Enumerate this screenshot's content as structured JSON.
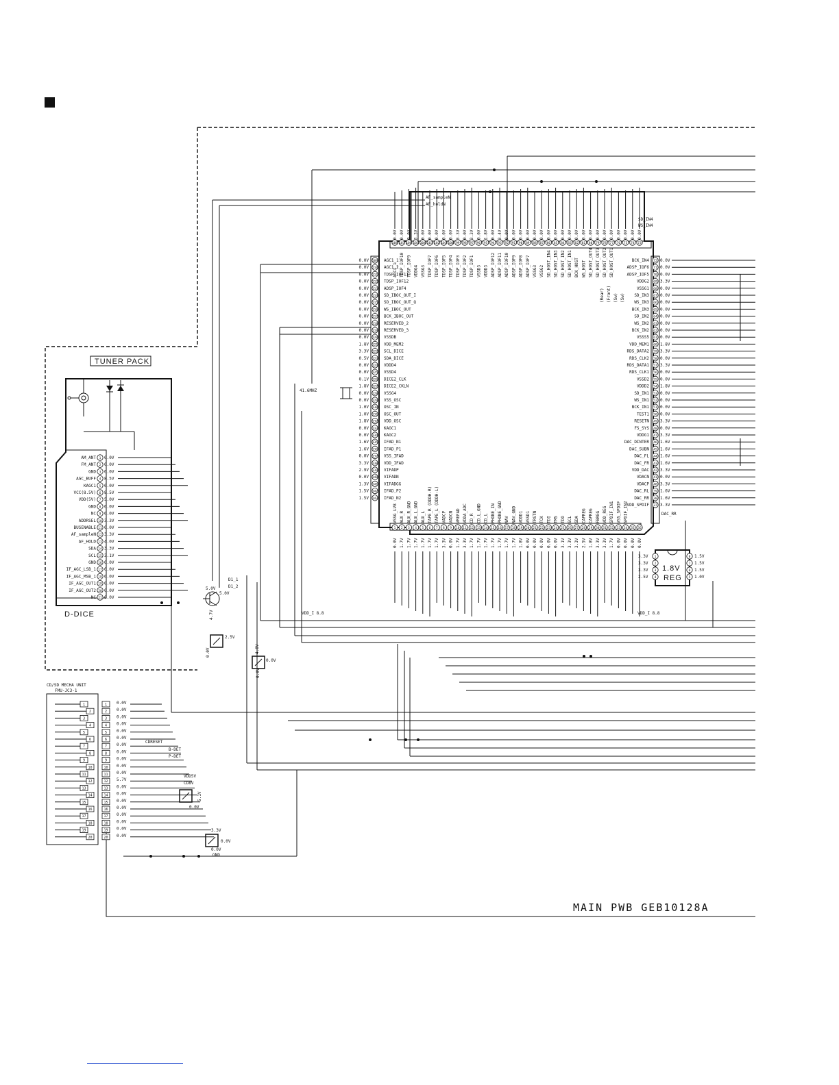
{
  "block_mark": "",
  "titles": {
    "tuner_pack": "TUNER PACK",
    "d_dice": "D-DICE",
    "mecha_unit_line1": "CD/SD MECHA UNIT",
    "mecha_unit_line2": "FMU-JC3-1",
    "main_pwb": "MAIN PWB GEB10128A",
    "reg_line1": "1.8V",
    "reg_line2": "REG",
    "crystal": "41.6MHZ",
    "vdd_i_left": "VDD_I 8.8",
    "vdd_i_right": "VDD_I 8.8"
  },
  "tuner_pins": [
    {
      "num": "1",
      "name": "AM_ANT",
      "v": "0.0V"
    },
    {
      "num": "2",
      "name": "FM_ANT",
      "v": "0.0V"
    },
    {
      "num": "3",
      "name": "GND",
      "v": "0.0V"
    },
    {
      "num": "4",
      "name": "AGC_BUFF",
      "v": "8.5V"
    },
    {
      "num": "5",
      "name": "KAGC1",
      "v": "0.0V"
    },
    {
      "num": "6",
      "name": "VCC(8.5V)",
      "v": "8.5V"
    },
    {
      "num": "7",
      "name": "VDD(5V)",
      "v": "5.0V"
    },
    {
      "num": "8",
      "name": "GND",
      "v": "0.0V"
    },
    {
      "num": "9",
      "name": "NC",
      "v": "0.0V"
    },
    {
      "num": "10",
      "name": "ADDRSEL",
      "v": "3.3V"
    },
    {
      "num": "11",
      "name": "BUSENABLE",
      "v": "0.0V"
    },
    {
      "num": "12",
      "name": "AF_sampleN",
      "v": "3.3V"
    },
    {
      "num": "13",
      "name": "AF_HOLD",
      "v": "4.0V"
    },
    {
      "num": "14",
      "name": "SDA",
      "v": "3.3V"
    },
    {
      "num": "15",
      "name": "SCL",
      "v": "3.1V"
    },
    {
      "num": "16",
      "name": "GND",
      "v": "0.0V"
    },
    {
      "num": "17",
      "name": "IF_AGC_LSB_1",
      "v": "0.0V"
    },
    {
      "num": "18",
      "name": "IF_AGC_MSB_1",
      "v": "0.0V"
    },
    {
      "num": "19",
      "name": "IF_AGC_OUT1",
      "v": "0.0V"
    },
    {
      "num": "20",
      "name": "IF_AGC_OUT2",
      "v": "0.0V"
    },
    {
      "num": "21",
      "name": "NC",
      "v": "0.0V"
    }
  ],
  "ic_left_pins": [
    {
      "num": "109",
      "name": "AGC1_1",
      "v": "0.0V"
    },
    {
      "num": "110",
      "name": "AGC1_2",
      "v": "0.0V"
    },
    {
      "num": "111",
      "name": "TDSP_IOF11",
      "v": "0.0V"
    },
    {
      "num": "112",
      "name": "TDSP_IOF12",
      "v": "0.0V"
    },
    {
      "num": "113",
      "name": "ADSP_IOF4",
      "v": "0.0V"
    },
    {
      "num": "114",
      "name": "SD_IBOC_OUT_I",
      "v": "0.0V"
    },
    {
      "num": "115",
      "name": "SD_IBOC_OUT_Q",
      "v": "0.0V"
    },
    {
      "num": "116",
      "name": "WS_IBOC_OUT",
      "v": "0.0V"
    },
    {
      "num": "117",
      "name": "BCK_IBOC_OUT",
      "v": "0.0V"
    },
    {
      "num": "118",
      "name": "RESERVED_2",
      "v": "0.0V"
    },
    {
      "num": "119",
      "name": "RESERVED_3",
      "v": "0.0V"
    },
    {
      "num": "120",
      "name": "VSSDB",
      "v": "0.0V"
    },
    {
      "num": "121",
      "name": "VDD_MEM2",
      "v": "1.8V"
    },
    {
      "num": "122",
      "name": "SCL_DICE",
      "v": "3.3V"
    },
    {
      "num": "123",
      "name": "SDA_DICE",
      "v": "0.5V"
    },
    {
      "num": "124",
      "name": "VDDD4",
      "v": "0.0V"
    },
    {
      "num": "125",
      "name": "VSSD4",
      "v": "0.0V"
    },
    {
      "num": "126",
      "name": "DICE2_CLK",
      "v": "0.1V"
    },
    {
      "num": "127",
      "name": "DICE2_CKLN",
      "v": "1.8V"
    },
    {
      "num": "128",
      "name": "VSSG4",
      "v": "0.0V"
    },
    {
      "num": "129",
      "name": "VSS_OSC",
      "v": "0.0V"
    },
    {
      "num": "130",
      "name": "OSC_IN",
      "v": "1.0V"
    },
    {
      "num": "131",
      "name": "OSC_OUT",
      "v": "1.0V"
    },
    {
      "num": "132",
      "name": "VDD_OSC",
      "v": "1.8V"
    },
    {
      "num": "133",
      "name": "KAGC1",
      "v": "0.0V"
    },
    {
      "num": "134",
      "name": "KAGC2",
      "v": "0.0V"
    },
    {
      "num": "135",
      "name": "IFAD_N1",
      "v": "1.6V"
    },
    {
      "num": "136",
      "name": "IFAD_P1",
      "v": "1.6V"
    },
    {
      "num": "137",
      "name": "VSS_IFAD",
      "v": "0.0V"
    },
    {
      "num": "138",
      "name": "VDD_IFAD",
      "v": "3.3V"
    },
    {
      "num": "139",
      "name": "VIFADP",
      "v": "2.9V"
    },
    {
      "num": "140",
      "name": "VIFADN",
      "v": "0.0V"
    },
    {
      "num": "141",
      "name": "VIFADGG",
      "v": "1.3V"
    },
    {
      "num": "142",
      "name": "IFAD_P2",
      "v": "1.5V"
    },
    {
      "num": "143",
      "name": "IFAD_N2",
      "v": "1.5V"
    }
  ],
  "ic_right_pins": [
    {
      "num": "72",
      "name": "BCK_IN4",
      "v": "0.0V"
    },
    {
      "num": "71",
      "name": "ADSP_IOF6",
      "v": "0.0V"
    },
    {
      "num": "70",
      "name": "ADSP_IOF5",
      "v": "0.0V"
    },
    {
      "num": "69",
      "name": "VDDG2",
      "v": "3.3V"
    },
    {
      "num": "68",
      "name": "VSSG1",
      "v": "0.0V"
    },
    {
      "num": "67",
      "name": "SD_IN3",
      "v": "0.0V"
    },
    {
      "num": "66",
      "name": "WS_IN3",
      "v": "0.0V"
    },
    {
      "num": "65",
      "name": "BCK_IN3",
      "v": "0.0V"
    },
    {
      "num": "64",
      "name": "SD_IN2",
      "v": "0.0V"
    },
    {
      "num": "63",
      "name": "WS_IN2",
      "v": "0.0V"
    },
    {
      "num": "62",
      "name": "BCK_IN2",
      "v": "0.0V"
    },
    {
      "num": "61",
      "name": "VSSS5",
      "v": "0.0V"
    },
    {
      "num": "60",
      "name": "VDD_MEM1",
      "v": "1.8V"
    },
    {
      "num": "59",
      "name": "RDS_DATA2",
      "v": "3.3V"
    },
    {
      "num": "58",
      "name": "RDS_CLK2",
      "v": "0.0V"
    },
    {
      "num": "57",
      "name": "RDS_DATA1",
      "v": "3.3V"
    },
    {
      "num": "56",
      "name": "RDS_CLK1",
      "v": "0.0V"
    },
    {
      "num": "55",
      "name": "VSSD2",
      "v": "0.0V"
    },
    {
      "num": "54",
      "name": "VDDD2",
      "v": "1.8V"
    },
    {
      "num": "53",
      "name": "SD_IN1",
      "v": "0.0V"
    },
    {
      "num": "52",
      "name": "WS_IN1",
      "v": "0.0V"
    },
    {
      "num": "51",
      "name": "BCK_IN1",
      "v": "0.0V"
    },
    {
      "num": "50",
      "name": "TEST1",
      "v": "0.0V"
    },
    {
      "num": "49",
      "name": "RESETN",
      "v": "3.3V"
    },
    {
      "num": "48",
      "name": "FS_SYS",
      "v": "0.0V"
    },
    {
      "num": "47",
      "name": "VDDG1",
      "v": "3.3V"
    },
    {
      "num": "46",
      "name": "DAC_DINTER",
      "v": "1.6V"
    },
    {
      "num": "45",
      "name": "DAC_SUBN",
      "v": "1.6V"
    },
    {
      "num": "44",
      "name": "DAC_FL",
      "v": "1.6V"
    },
    {
      "num": "43",
      "name": "DAC_FR",
      "v": "1.6V"
    },
    {
      "num": "42",
      "name": "VDD_DAC",
      "v": "3.3V"
    },
    {
      "num": "41",
      "name": "VDACN",
      "v": "0.0V"
    },
    {
      "num": "40",
      "name": "VDACP",
      "v": "3.3V"
    },
    {
      "num": "39",
      "name": "DAC_RL",
      "v": "1.6V"
    },
    {
      "num": "38",
      "name": "DAC_RR",
      "v": "1.6V"
    },
    {
      "num": "37",
      "name": "VDD_SPDIF",
      "v": "3.3V"
    }
  ],
  "ic_top_pins": [
    {
      "num": "108",
      "name": "AGC1_1",
      "v": "0.0V"
    },
    {
      "num": "107",
      "name": "TDSP_IOF10",
      "v": "0.0V"
    },
    {
      "num": "106",
      "name": "TDSP_IOF9",
      "v": "0.0V"
    },
    {
      "num": "105",
      "name": "VDDG4",
      "v": "3.3V"
    },
    {
      "num": "104",
      "name": "VSSG3",
      "v": "0.0V"
    },
    {
      "num": "103",
      "name": "TDSP_IOF7",
      "v": "0.0V"
    },
    {
      "num": "102",
      "name": "TDSP_IOF6",
      "v": "0.0V"
    },
    {
      "num": "101",
      "name": "TDSP_IOF5",
      "v": "0.0V"
    },
    {
      "num": "100",
      "name": "TDSP_IOF4",
      "v": "0.0V"
    },
    {
      "num": "99",
      "name": "TDSP_IOF3",
      "v": "3.3V"
    },
    {
      "num": "98",
      "name": "TDSP_IOF2",
      "v": "0.0V"
    },
    {
      "num": "97",
      "name": "TDSP_IOF1",
      "v": "3.3V"
    },
    {
      "num": "96",
      "name": "VSSD3",
      "v": "0.0V"
    },
    {
      "num": "95",
      "name": "VDDD3",
      "v": "1.8V"
    },
    {
      "num": "94",
      "name": "ADSP_IOF12",
      "v": "0.0V"
    },
    {
      "num": "93",
      "name": "ADSP_IOF11",
      "v": "3.4V"
    },
    {
      "num": "92",
      "name": "ADSP_IOF10",
      "v": "0.0V"
    },
    {
      "num": "91",
      "name": "ADSP_IOF9",
      "v": "0.0V"
    },
    {
      "num": "90",
      "name": "ADSP_IOF8",
      "v": "0.0V"
    },
    {
      "num": "89",
      "name": "ADSP_IOF7",
      "v": "0.0V"
    },
    {
      "num": "88",
      "name": "VSSG3",
      "v": "0.0V"
    },
    {
      "num": "87",
      "name": "VSSG2",
      "v": "0.0V"
    },
    {
      "num": "86",
      "name": "SD_HOST_IN4",
      "v": "0.0V"
    },
    {
      "num": "85",
      "name": "SD_HOST_IN3",
      "v": "0.0V"
    },
    {
      "num": "84",
      "name": "SD_HOST_IN2",
      "v": "0.0V"
    },
    {
      "num": "83",
      "name": "SD_HOST_IN1",
      "v": "0.0V"
    },
    {
      "num": "82",
      "name": "BCK_HOST",
      "v": "0.0V"
    },
    {
      "num": "81",
      "name": "WS_HOST",
      "v": "0.0V"
    },
    {
      "num": "80",
      "name": "SD_HOST_OUT4",
      "v": "0.0V"
    },
    {
      "num": "79",
      "name": "SD_HOST_OUT3",
      "v": "0.0V"
    },
    {
      "num": "78",
      "name": "SD_HOST_OUT2",
      "v": "0.0V"
    },
    {
      "num": "77",
      "name": "SD_HOST_OUT1",
      "v": "0.0V"
    },
    {
      "num": "76",
      "name": "",
      "v": "0.0V"
    },
    {
      "num": "75",
      "name": "",
      "v": "0.0V"
    },
    {
      "num": "74",
      "name": "",
      "v": "0.0V"
    },
    {
      "num": "73",
      "name": "",
      "v": "0.0V"
    }
  ],
  "ic_bottom_pins": [
    {
      "num": "1",
      "name": "VSSG_LV8",
      "v": "0.0V"
    },
    {
      "num": "2",
      "name": "AUX_R",
      "v": "1.7V"
    },
    {
      "num": "3",
      "name": "AUX_R_GND",
      "v": "1.7V"
    },
    {
      "num": "4",
      "name": "AUX_L_GND",
      "v": "1.7V"
    },
    {
      "num": "5",
      "name": "AUX_L",
      "v": "1.7V"
    },
    {
      "num": "6",
      "name": "TAPE_R (DDDH-R)",
      "v": "1.7V"
    },
    {
      "num": "7",
      "name": "TAPE_L (DDDH-L)",
      "v": "1.7V"
    },
    {
      "num": "8",
      "name": "VADCP",
      "v": "3.3V"
    },
    {
      "num": "9",
      "name": "VADCN",
      "v": "0.0V"
    },
    {
      "num": "10",
      "name": "VREFAD",
      "v": "1.7V"
    },
    {
      "num": "11",
      "name": "VDDA_ADC",
      "v": "3.3V"
    },
    {
      "num": "12",
      "name": "CD_R",
      "v": "1.7V"
    },
    {
      "num": "13",
      "name": "CD_L_GND",
      "v": "1.7V"
    },
    {
      "num": "14",
      "name": "CD_L",
      "v": "1.7V"
    },
    {
      "num": "15",
      "name": "PHONE_IN",
      "v": "1.7V"
    },
    {
      "num": "16",
      "name": "PHONE_GND",
      "v": "1.7V"
    },
    {
      "num": "17",
      "name": "NAV",
      "v": "1.7V"
    },
    {
      "num": "18",
      "name": "NAV_GND",
      "v": "1.7V"
    },
    {
      "num": "19",
      "name": "VDDD1",
      "v": "1.8V"
    },
    {
      "num": "20",
      "name": "VSSD1",
      "v": "0.0V"
    },
    {
      "num": "21",
      "name": "TRSTN",
      "v": "0.0V"
    },
    {
      "num": "22",
      "name": "TCK",
      "v": "0.0V"
    },
    {
      "num": "23",
      "name": "TDI",
      "v": "0.0V"
    },
    {
      "num": "24",
      "name": "TMS",
      "v": "0.0V"
    },
    {
      "num": "25",
      "name": "TDO",
      "v": "3.1V"
    },
    {
      "num": "26",
      "name": "SCL",
      "v": "3.3V"
    },
    {
      "num": "27",
      "name": "SDA",
      "v": "3.3V"
    },
    {
      "num": "28",
      "name": "CAPREG",
      "v": "2.5V"
    },
    {
      "num": "29",
      "name": "CAPREG",
      "v": "1.8V"
    },
    {
      "num": "30",
      "name": "FBREG",
      "v": "3.3V"
    },
    {
      "num": "31",
      "name": "VDD_REG",
      "v": "3.3V"
    },
    {
      "num": "32",
      "name": "SPDIF_IN1",
      "v": "1.7V"
    },
    {
      "num": "33",
      "name": "VSS_SPDIF",
      "v": "0.0V"
    },
    {
      "num": "34",
      "name": "SPDIF_IN2",
      "v": "0.0V"
    },
    {
      "num": "35",
      "name": "",
      "v": "0.0V"
    },
    {
      "num": "36",
      "name": "",
      "v": "0.0V"
    }
  ],
  "ic_top_labels": {
    "af_sample": "AF_sampleN",
    "af_hold": "AF_holdN",
    "sd_in4": "SD_IN4",
    "ws_in4": "WS_IN4"
  },
  "ic_side_labels": [
    "(Rear)",
    "(Front)",
    "(Sw)",
    "(Sw)"
  ],
  "mecha_volts": [
    "0.0V",
    "0.0V",
    "0.0V",
    "0.0V",
    "0.0V",
    "0.0V",
    "0.0V",
    "0.0V",
    "0.0V",
    "0.0V",
    "0.0V",
    "5.7V",
    "0.0V",
    "0.0V",
    "0.0V",
    "0.0V",
    "0.0V",
    "0.0V",
    "0.0V",
    "0.0V"
  ],
  "mecha_signals": {
    "coreset": "CDRESET",
    "b_det": "B-DET",
    "p_det": "P-DET",
    "vdd5v": "VDD5V",
    "cd8v": "CD8V",
    "gnd": "GND"
  },
  "reg_pins_left": [
    {
      "num": "1",
      "v": "3.3V"
    },
    {
      "num": "2",
      "v": "3.3V"
    },
    {
      "num": "3",
      "v": "3.3V"
    },
    {
      "num": "4",
      "v": "2.5V"
    }
  ],
  "reg_pins_right": [
    {
      "num": "8",
      "v": "1.5V"
    },
    {
      "num": "7",
      "v": "1.5V"
    },
    {
      "num": "6",
      "v": "1.5V"
    },
    {
      "num": "5",
      "v": "1.0V"
    }
  ],
  "transistor_labels": {
    "q1_top": "5.0V",
    "q1_right": "5.0V",
    "q1_emit": "4.7V",
    "q2_v1": "0.0V",
    "q2_v2": "2.5V",
    "q3_v1": "0.0V",
    "q3_v2": "0.0V",
    "q3_v3": "4.8V",
    "q4_v1": "5.1V",
    "q4_v2": "0.0V",
    "q5_v1": "3.3V",
    "q5_v2": "0.0V",
    "q5_v3": "0.0V"
  },
  "net_labels": {
    "d1_1": "D1_1",
    "d1_2": "D1_2",
    "dac_rr": "DAC_RR"
  }
}
